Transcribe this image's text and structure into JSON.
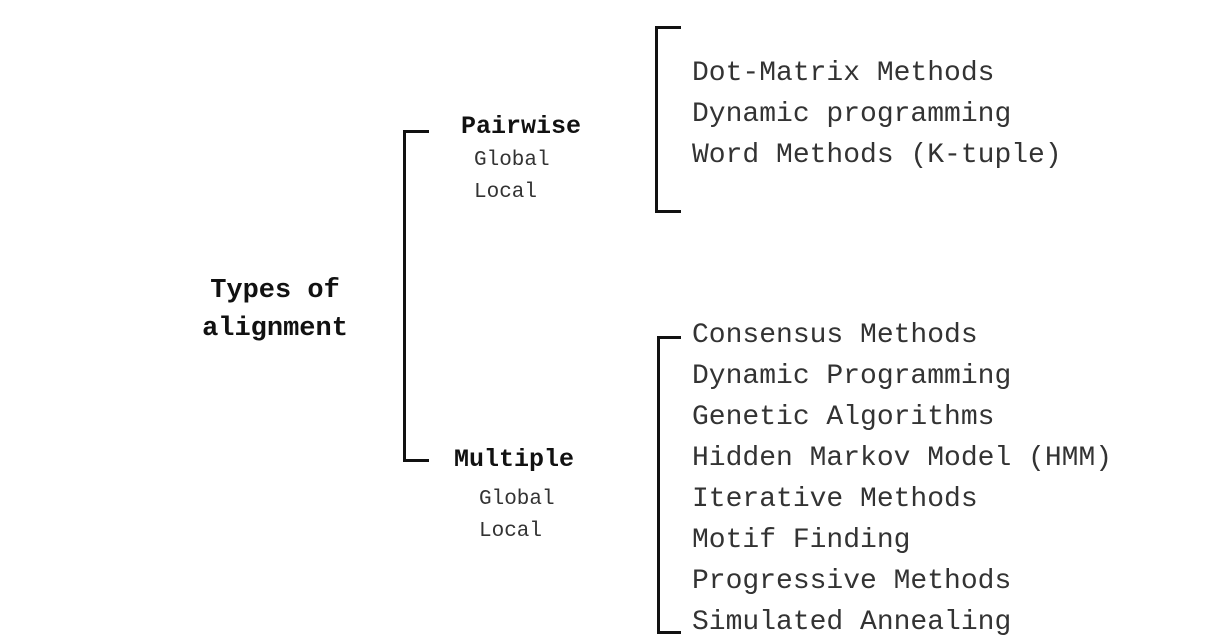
{
  "root": {
    "line1": "Types of",
    "line2": "alignment"
  },
  "branches": {
    "pairwise": {
      "title": "Pairwise",
      "subtypes": [
        "Global",
        "Local"
      ],
      "methods": [
        "Dot-Matrix Methods",
        "Dynamic programming",
        "Word Methods (K-tuple)"
      ]
    },
    "multiple": {
      "title": "Multiple",
      "subtypes": [
        "Global",
        "Local"
      ],
      "methods": [
        "Consensus Methods",
        "Dynamic Programming",
        "Genetic Algorithms",
        "Hidden Markov Model (HMM)",
        "Iterative Methods",
        "Motif Finding",
        "Progressive Methods",
        "Simulated Annealing"
      ]
    }
  },
  "colors": {
    "bracket": "#111111",
    "text": "#333333",
    "background": "#ffffff"
  }
}
